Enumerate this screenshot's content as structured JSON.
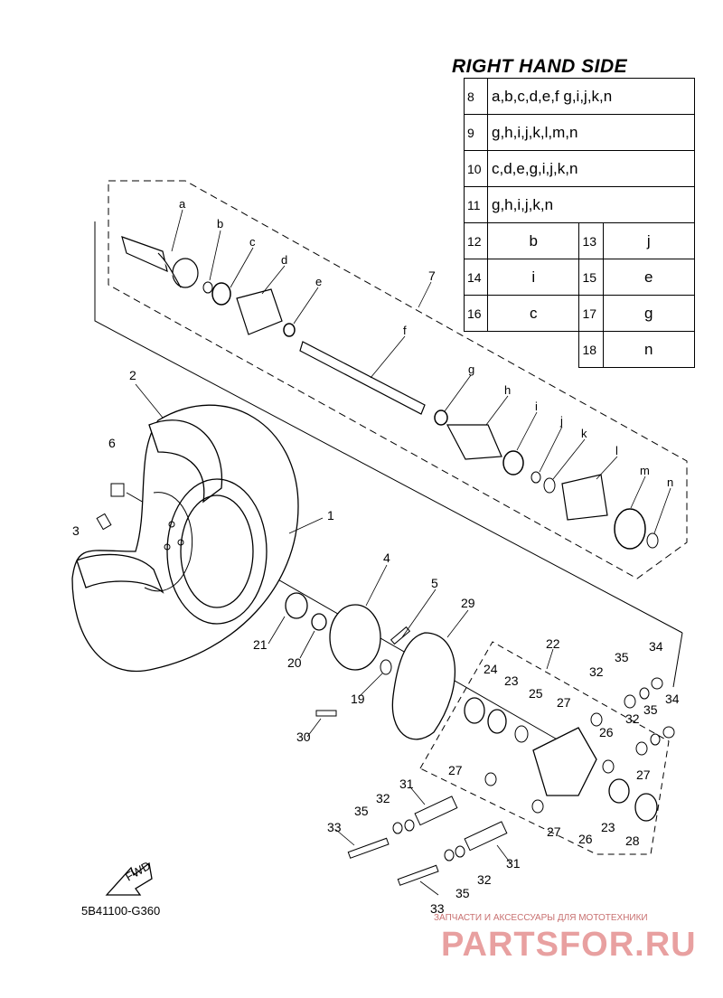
{
  "title": "RIGHT HAND SIDE",
  "legend_rows": [
    {
      "n": "8",
      "v": "a,b,c,d,e,f g,i,j,k,n"
    },
    {
      "n": "9",
      "v": "g,h,i,j,k,l,m,n"
    },
    {
      "n": "10",
      "v": "c,d,e,g,i,j,k,n"
    },
    {
      "n": "11",
      "v": "g,h,i,j,k,n"
    }
  ],
  "legend_pairs": [
    {
      "n1": "12",
      "v1": "b",
      "n2": "13",
      "v2": "j"
    },
    {
      "n1": "14",
      "v1": "i",
      "n2": "15",
      "v2": "e"
    },
    {
      "n1": "16",
      "v1": "c",
      "n2": "17",
      "v2": "g"
    },
    {
      "n1": "",
      "v1": "",
      "n2": "18",
      "v2": "n"
    }
  ],
  "letter_labels": [
    "a",
    "b",
    "c",
    "d",
    "e",
    "f",
    "g",
    "h",
    "i",
    "j",
    "k",
    "l",
    "m",
    "n"
  ],
  "number_labels": [
    "1",
    "2",
    "3",
    "4",
    "5",
    "6",
    "7",
    "19",
    "20",
    "21",
    "22",
    "23",
    "24",
    "25",
    "26",
    "27",
    "28",
    "29",
    "30",
    "31",
    "32",
    "33",
    "34",
    "35"
  ],
  "fwd_label": "FWD",
  "diagram_code": "5B41100-G360",
  "watermark_small": "ЗАПЧАСТИ И АКСЕССУАРЫ ДЛЯ МОТОТЕХНИКИ",
  "watermark_big": "PARTSFOR.RU"
}
